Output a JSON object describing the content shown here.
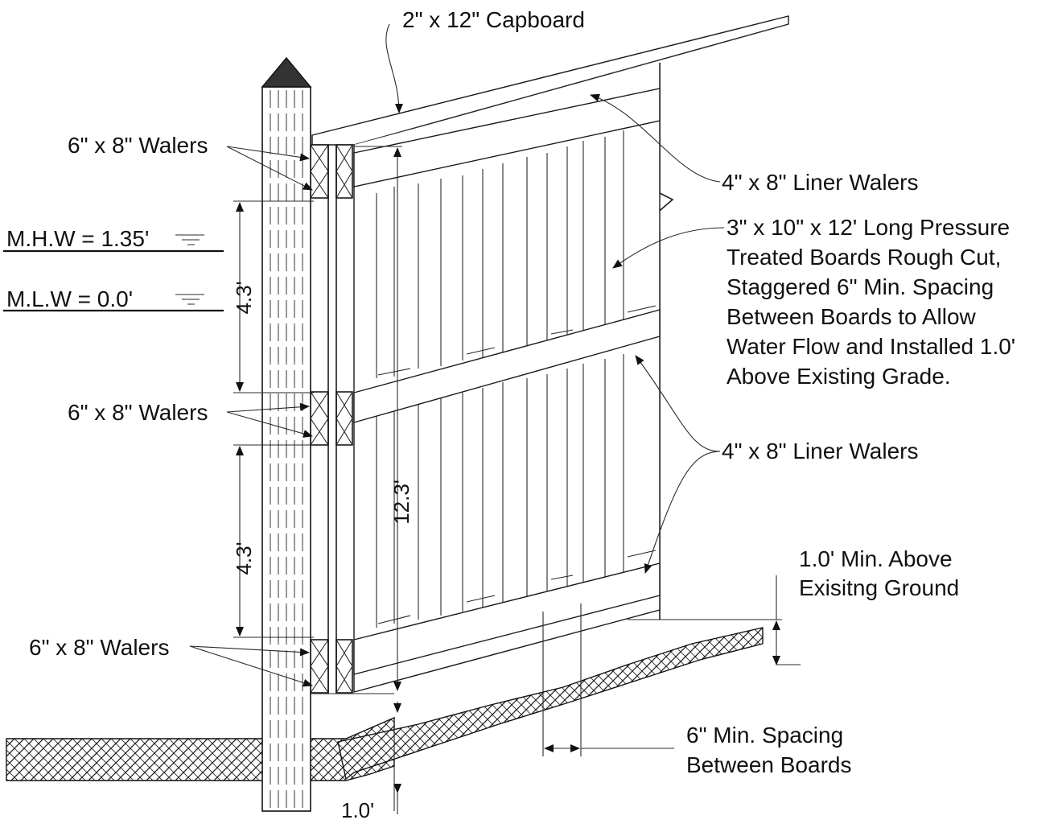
{
  "labels": {
    "capboard": "2\" x 12\" Capboard",
    "walers_top": "6\" x 8\" Walers",
    "walers_mid": "6\" x 8\" Walers",
    "walers_bot": "6\" x 8\" Walers",
    "liner_walers_top": "4\" x 8\" Liner Walers",
    "liner_walers_bot": "4\" x 8\" Liner Walers",
    "boards_note": [
      "3\" x 10\" x 12' Long Pressure",
      "Treated Boards Rough Cut,",
      "Staggered 6\" Min. Spacing",
      "Between Boards to Allow",
      "Water Flow and Installed 1.0'",
      "Above Existing Grade."
    ],
    "above_ground": [
      "1.0' Min. Above",
      "Exisitng Ground"
    ],
    "spacing": [
      "6\" Min. Spacing",
      "Between Boards"
    ]
  },
  "water_levels": {
    "mhw": "M.H.W = 1.35'",
    "mlw": "M.L.W = 0.0'"
  },
  "dimensions": {
    "upper_spacing": "4.3'",
    "lower_spacing": "4.3'",
    "overall_height": "12.3'",
    "embed_clearance": "1.0'"
  }
}
